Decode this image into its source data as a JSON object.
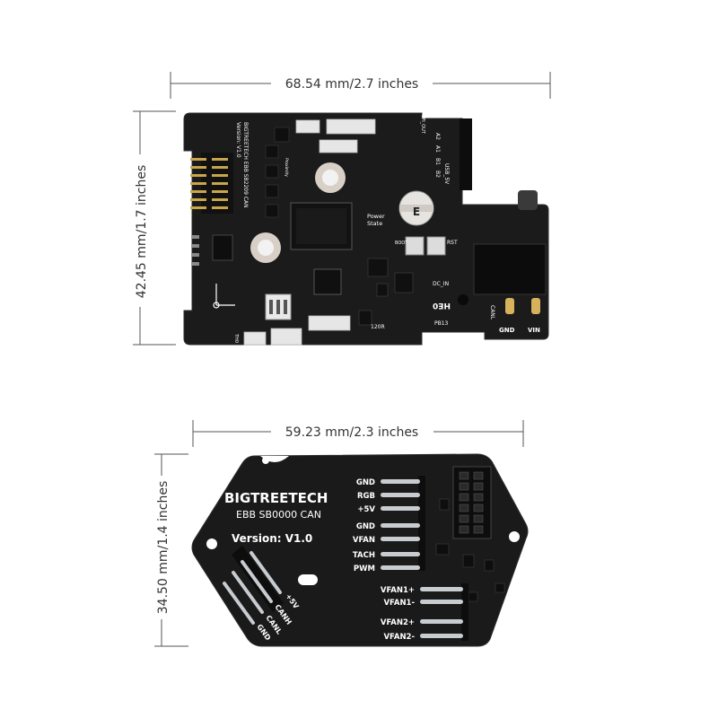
{
  "dimensions": {
    "top_width": "68.54 mm/2.7 inches",
    "top_height": "42.45 mm/1.7 inches",
    "bottom_width": "59.23 mm/2.3 inches",
    "bottom_height": "34.50 mm/1.4 inches"
  },
  "top_board": {
    "labels": {
      "model_line1": "BIGTREETECH EBB SB2209 CAN",
      "model_line2": "Version: V1.0",
      "power": "Power",
      "state": "State",
      "rst": "RST",
      "boot": "BOOT",
      "dc_in": "DC_IN",
      "heo": "HE0",
      "pb13": "PB13",
      "canl": "CANL",
      "gnd": "GND",
      "vin": "VIN",
      "r120": "120R",
      "usb_5v": "USB_5V",
      "a2": "A2",
      "a1": "A1",
      "b1": "B1",
      "b2": "B2",
      "spi_out": "SPI_OUT",
      "th0": "TH0",
      "probe": "Proximity",
      "cap_e": "E"
    }
  },
  "bottom_board": {
    "logo": "BIGTREETECH",
    "model": "EBB SB0000 CAN",
    "version": "Version: V1.0",
    "pins_top": [
      "GND",
      "RGB",
      "+5V",
      "GND",
      "VFAN",
      "TACH",
      "PWM"
    ],
    "pins_fan": [
      "VFAN1+",
      "VFAN1-",
      "VFAN2+",
      "VFAN2-"
    ],
    "pins_can": [
      "+5V",
      "CANH",
      "CANL",
      "GND"
    ]
  }
}
